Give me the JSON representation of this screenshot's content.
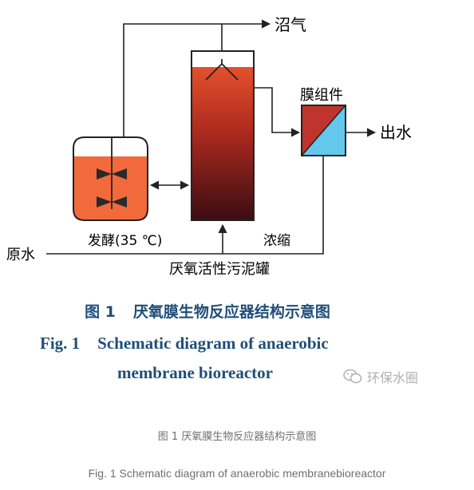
{
  "colors": {
    "caption": "#1f4e79",
    "gray_caption": "#707070",
    "fermenter_fill": "#f26a3c",
    "reactor_top": "#e4502c",
    "reactor_bottom": "#3a0d12",
    "membrane_red": "#c0342e",
    "membrane_blue": "#63c8ec",
    "line": "#222222"
  },
  "labels": {
    "biogas": "沼气",
    "membrane_module": "膜组件",
    "effluent": "出水",
    "fermentation": "发酵(35 ℃)",
    "raw_water": "原水",
    "concentrate": "浓缩",
    "reactor_tank": "厌氧活性污泥罐"
  },
  "caption": {
    "cn_num": "图 1",
    "cn_text": "厌氧膜生物反应器结构示意图",
    "en_num": "Fig. 1",
    "en_line1": "Schematic diagram of anaerobic",
    "en_line2": "membrane bioreactor"
  },
  "watermark": {
    "text": "环保水圈",
    "icon": "wechat-icon"
  },
  "footer": {
    "cn": "图 1 厌氧膜生物反应器结构示意图",
    "en": "Fig. 1 Schematic diagram of anaerobic membranebioreactor"
  }
}
